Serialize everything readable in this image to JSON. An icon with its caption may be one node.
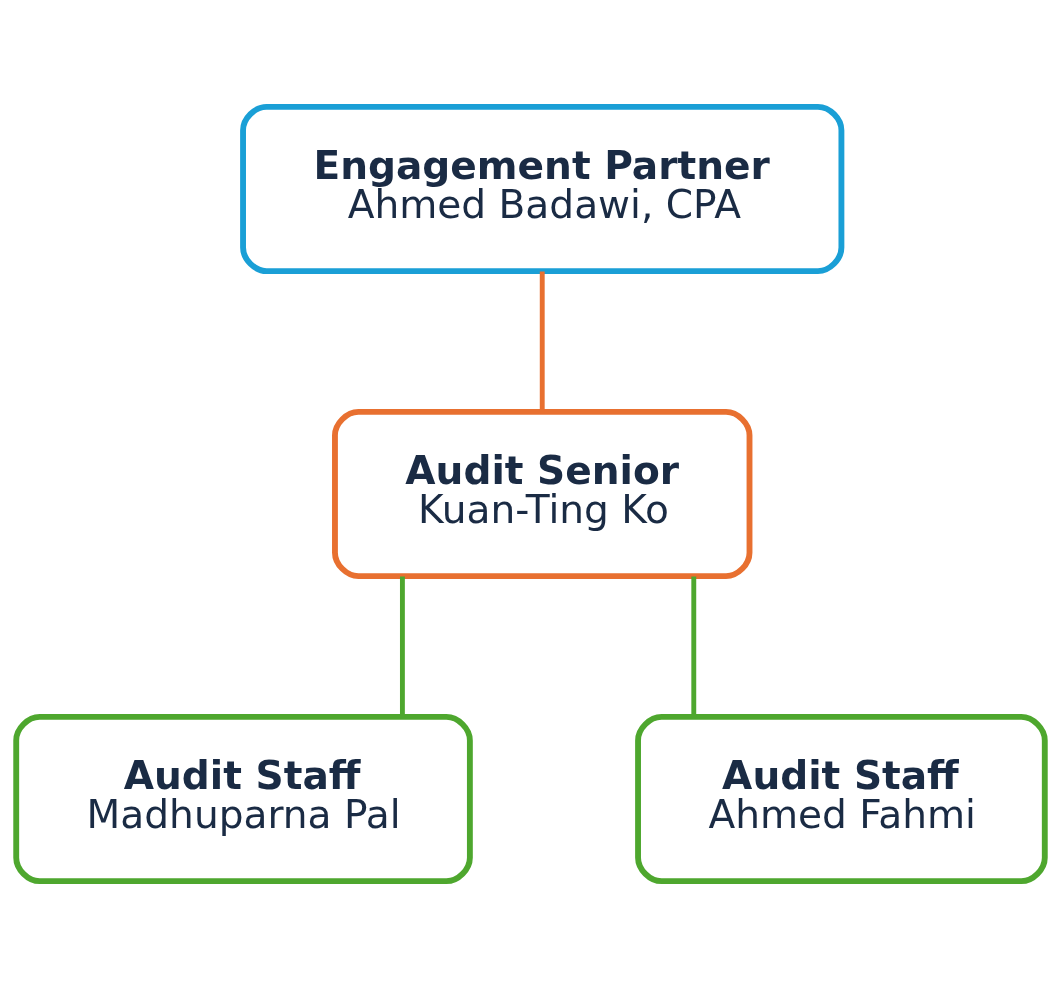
{
  "diagram": {
    "nodes": [
      {
        "text": [
          "Engagement Partner",
          "Ahmed Badawi, CPA"
        ]
      },
      {
        "text": [
          "Audit Senior",
          "Kuan-Ting Ko"
        ]
      },
      {
        "text": [
          "Audit Staff",
          "Madhuparna Pal"
        ]
      },
      {
        "text": [
          "Audit Staff",
          "Ahmed Fahmi"
        ]
      }
    ],
    "edges": [
      {
        "from": 0,
        "to": 1,
        "arrow": "none",
        "color": "#e87030"
      },
      {
        "from": 1,
        "to": 2,
        "arrow": "none"
      },
      {
        "from": 1,
        "to": 3,
        "arrow": "none"
      }
    ]
  }
}
